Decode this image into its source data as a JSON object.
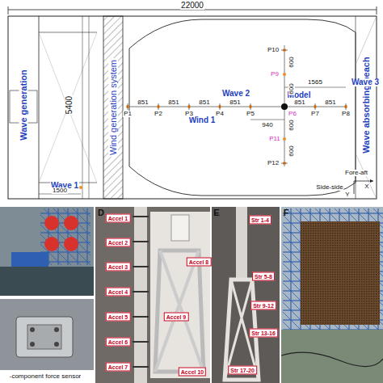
{
  "diagram": {
    "nodes": [
      {
        "text": [
          "Wind generation system"
        ]
      }
    ],
    "labels": [
      "22000",
      "5400",
      "Wave generation",
      "Wave absorbing beach",
      "Wave 1",
      "1500",
      "Wave 2",
      "Wind 1",
      "Model",
      "Wave 3",
      "1565",
      "940",
      "851",
      "851",
      "851",
      "851",
      "851",
      "851",
      "P1",
      "P2",
      "P3",
      "P4",
      "P5",
      "P6",
      "P7",
      "P8",
      "P9",
      "P10",
      "P11",
      "P12",
      "600",
      "600",
      "600",
      "600",
      "Fore-aft",
      "X",
      "Side-side",
      "Y",
      "D",
      "E",
      "F",
      "Accel 1",
      "Accel 2",
      "Accel 3",
      "Accel 4",
      "Accel 5",
      "Accel 6",
      "Accel 7",
      "Accel 8",
      "Accel 9",
      "Accel 10",
      "Str 1-4",
      "Str 5-8",
      "Str 9-12",
      "Str 13-16",
      "Str 17-20",
      "-component force sensor"
    ]
  }
}
